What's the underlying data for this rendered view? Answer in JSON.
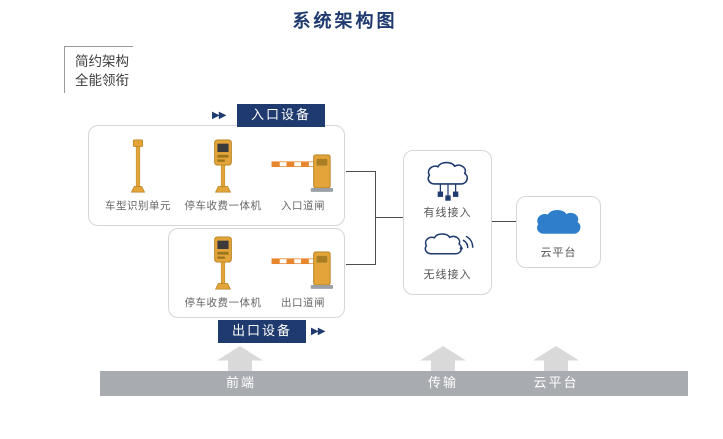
{
  "title": "系统架构图",
  "tagline": {
    "line1": "简约架构",
    "line2": "全能领衔"
  },
  "entrance": {
    "badge": "入口设备",
    "devices": [
      {
        "label": "车型识别单元",
        "icon": "vehicle-recognition-icon"
      },
      {
        "label": "停车收费一体机",
        "icon": "toll-machine-icon"
      },
      {
        "label": "入口道闸",
        "icon": "barrier-gate-icon"
      }
    ]
  },
  "exit": {
    "badge": "出口设备",
    "devices": [
      {
        "label": "停车收费一体机",
        "icon": "toll-machine-icon"
      },
      {
        "label": "出口道闸",
        "icon": "barrier-gate-icon"
      }
    ]
  },
  "transmission": {
    "wired": {
      "label": "有线接入",
      "icon": "cloud-network-icon"
    },
    "wireless": {
      "label": "无线接入",
      "icon": "cloud-wifi-icon"
    }
  },
  "cloud_platform": {
    "label": "云平台",
    "icon": "cloud-icon"
  },
  "bottom_bar": {
    "segments": [
      "前端",
      "传输",
      "云平台"
    ]
  },
  "icons": {
    "chevrons_right": "▶▶"
  },
  "colors": {
    "navy": "#1e3a6e",
    "device_yellow": "#e3a43a",
    "arm_orange": "#e8862d",
    "bar_gray": "#a8abb0",
    "arrow_gray": "#d9d9d9",
    "cloud_blue": "#2e7ecb",
    "box_border": "#d6d6d6",
    "line": "#4d4d4d"
  }
}
